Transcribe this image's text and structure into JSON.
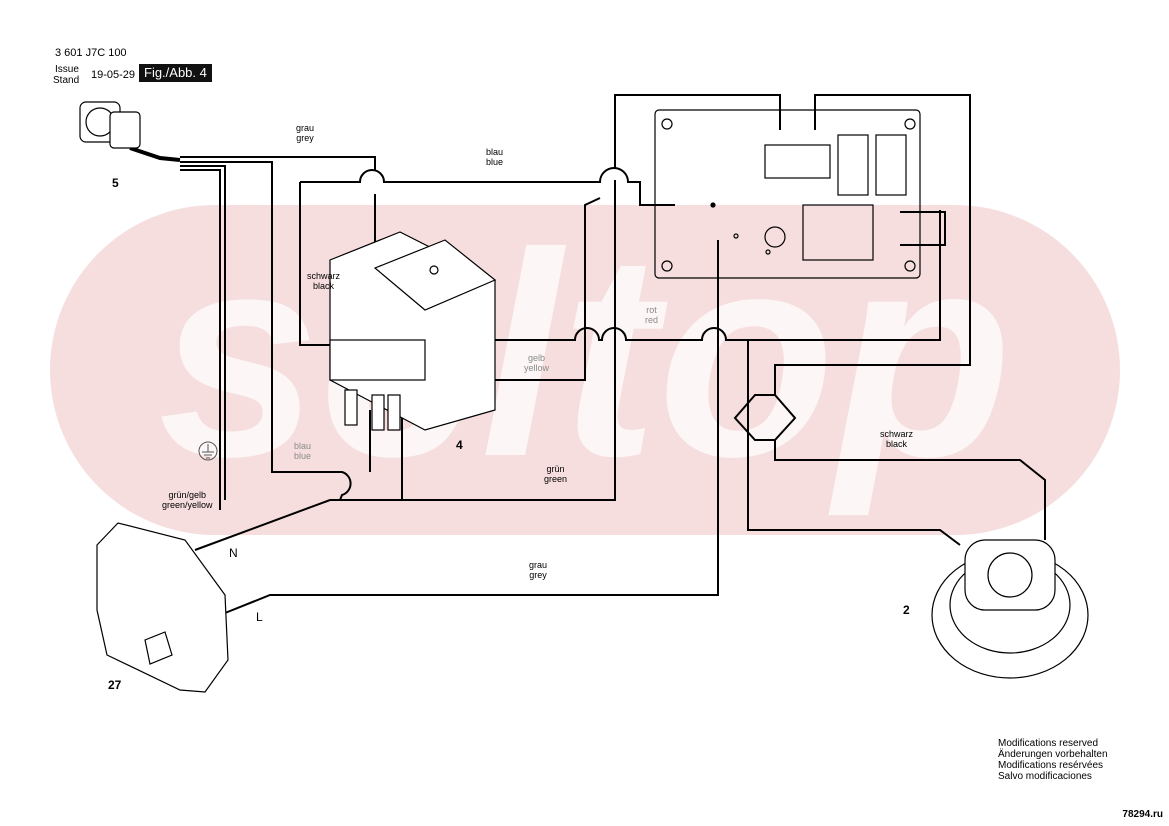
{
  "header": {
    "part_number": "3 601 J7C 100",
    "issue_label": "Issue",
    "stand_label": "Stand",
    "date": "19-05-29",
    "figure": "Fig./Abb. 4"
  },
  "watermark": {
    "text": "seltop",
    "color": "#f3d2d2"
  },
  "components": {
    "plug": "5",
    "switch": "4",
    "motor": "2",
    "box": "27"
  },
  "wire_labels": {
    "grau_top_de": "grau",
    "grau_top_en": "grey",
    "blau_top_de": "blau",
    "blau_top_en": "blue",
    "schwarz_left_de": "schwarz",
    "schwarz_left_en": "black",
    "rot_de": "rot",
    "rot_en": "red",
    "gelb_de": "gelb",
    "gelb_en": "yellow",
    "blau_mid_de": "blau",
    "blau_mid_en": "blue",
    "gruen_de": "grün",
    "gruen_en": "green",
    "gruengelb_de": "grün/gelb",
    "gruengelb_en": "green/yellow",
    "grau_bottom_de": "grau",
    "grau_bottom_en": "grey",
    "schwarz_right_de": "schwarz",
    "schwarz_right_en": "black",
    "N": "N",
    "L": "L"
  },
  "footer": {
    "lines": [
      "Modifications reserved",
      "Änderungen vorbehalten",
      "Modifications resérvées",
      "Salvo modificaciones"
    ]
  },
  "site": "78294.ru"
}
